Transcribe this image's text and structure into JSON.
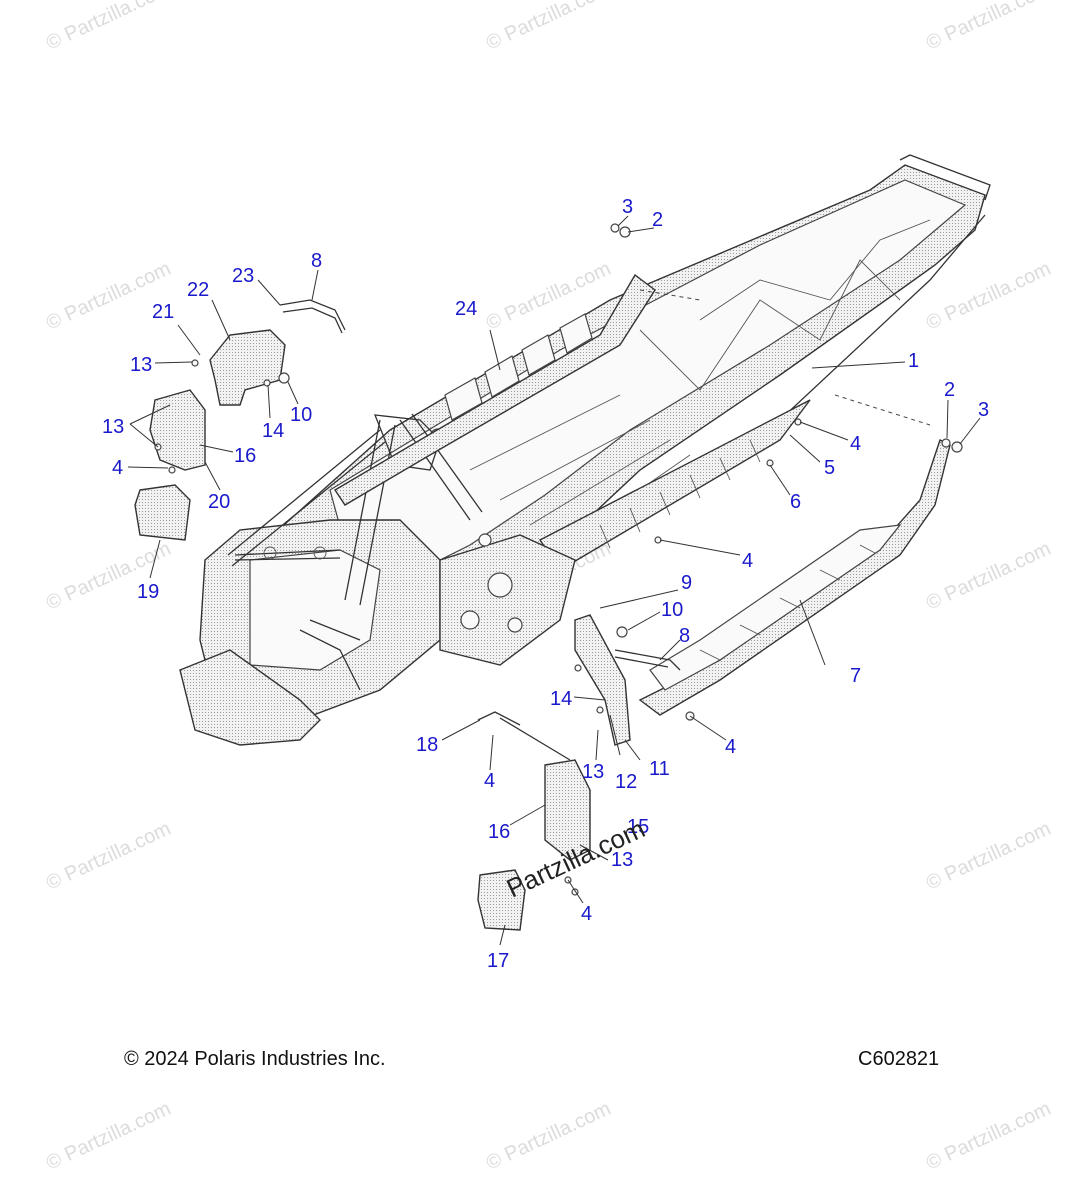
{
  "footer": {
    "copyright": "© 2024 Polaris Industries Inc.",
    "figure_code": "C602821"
  },
  "watermark": {
    "text": "© Partzilla.com",
    "center_text": "Partzilla.com"
  },
  "callouts": [
    {
      "id": "c1",
      "label": "1"
    },
    {
      "id": "c2a",
      "label": "2"
    },
    {
      "id": "c2b",
      "label": "2"
    },
    {
      "id": "c3a",
      "label": "3"
    },
    {
      "id": "c3b",
      "label": "3"
    },
    {
      "id": "c4a",
      "label": "4"
    },
    {
      "id": "c4b",
      "label": "4"
    },
    {
      "id": "c4c",
      "label": "4"
    },
    {
      "id": "c4d",
      "label": "4"
    },
    {
      "id": "c4e",
      "label": "4"
    },
    {
      "id": "c4f",
      "label": "4"
    },
    {
      "id": "c5",
      "label": "5"
    },
    {
      "id": "c6",
      "label": "6"
    },
    {
      "id": "c7",
      "label": "7"
    },
    {
      "id": "c8a",
      "label": "8"
    },
    {
      "id": "c8b",
      "label": "8"
    },
    {
      "id": "c9",
      "label": "9"
    },
    {
      "id": "c10a",
      "label": "10"
    },
    {
      "id": "c10b",
      "label": "10"
    },
    {
      "id": "c11",
      "label": "11"
    },
    {
      "id": "c12",
      "label": "12"
    },
    {
      "id": "c13a",
      "label": "13"
    },
    {
      "id": "c13b",
      "label": "13"
    },
    {
      "id": "c13c",
      "label": "13"
    },
    {
      "id": "c13d",
      "label": "13"
    },
    {
      "id": "c14a",
      "label": "14"
    },
    {
      "id": "c14b",
      "label": "14"
    },
    {
      "id": "c15",
      "label": "15"
    },
    {
      "id": "c16a",
      "label": "16"
    },
    {
      "id": "c16b",
      "label": "16"
    },
    {
      "id": "c17",
      "label": "17"
    },
    {
      "id": "c18",
      "label": "18"
    },
    {
      "id": "c19",
      "label": "19"
    },
    {
      "id": "c20",
      "label": "20"
    },
    {
      "id": "c21",
      "label": "21"
    },
    {
      "id": "c22",
      "label": "22"
    },
    {
      "id": "c23",
      "label": "23"
    },
    {
      "id": "c24",
      "label": "24"
    }
  ]
}
